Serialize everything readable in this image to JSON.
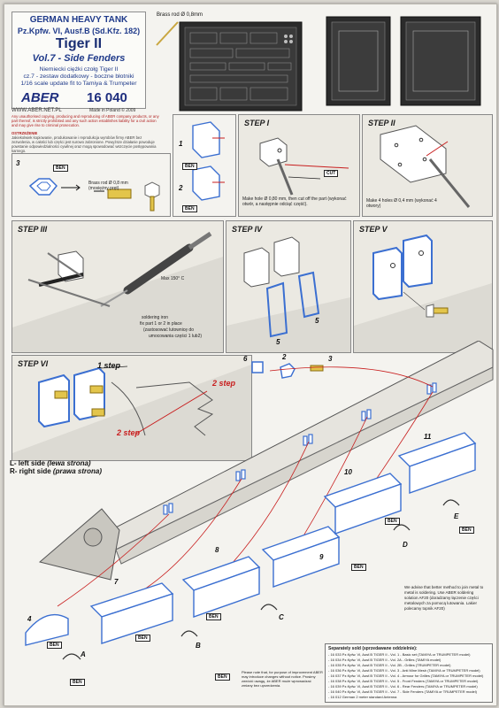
{
  "header": {
    "line1": "GERMAN HEAVY TANK",
    "line2": "Pz.Kpfw. VI, Ausf.B (Sd.Kfz. 182)",
    "title": "Tiger II",
    "volume": "Vol.7 - Side Fenders",
    "polish1": "Niemiecki ciężki czołg Tiger II",
    "polish2": "cz.7 - zestaw dodatkowy - boczne błotniki",
    "scale": "1/16 scale update fit to Tamiya & Trumpeter",
    "brand": "ABER",
    "code": "16 040",
    "web": "WWW.ABER.NET.PL",
    "made": "Made in Poland © 2009",
    "brass": "Brass rod Ø 0,8mm"
  },
  "warnings": {
    "red": "Any unauthorised copying, producing and reproducing of ABER company products, or any part thereof, is strictly prohibited and any such action establishes liability for a civil action and may give rise to criminal prosecution.",
    "pl_head": "OSTRZEŻENIE",
    "pl": "Jakiekolwiek kopiowanie, produkowanie i reprodukcja wyrobów firmy ABER bez zezwolenia, w całości lub części jest surowo zabronione. Powyższe działanie powoduje powstanie odpowiedzialności cywilnej oraz mogą spowodować wszczęcie postępowania karnego."
  },
  "steps": {
    "s1": "STEP I",
    "s1_note": "Make hole Ø 0,80 mm, then cut off the part (wykonać otwór, a następnie odciąć część).",
    "s1_cut": "CUT",
    "s2": "STEP II",
    "s2_note": "Make 4 holes Ø 0,4 mm (wykonać 4 otwory)",
    "s3": "STEP III",
    "s3_temp": "Max 150° C",
    "s3_note1": "soldering iron",
    "s3_note2": "fix part 1 or 2 in place",
    "s3_note3": "(zastosować lutownicę do",
    "s3_note4": "umocowania części 1 lub2)",
    "s4": "STEP IV",
    "s5": "STEP V",
    "s6": "STEP VI",
    "one_step": "1 step",
    "two_step_a": "2 step",
    "two_step_b": "2 step"
  },
  "part3": {
    "label": "3",
    "rod": "Brass rod Ø 0,8 mm",
    "rod_pl": "(mosiężny pręt)"
  },
  "legend": {
    "left": "L- left side",
    "left_pl": "(lewa strona)",
    "right": "R- right side",
    "right_pl": "(prawa strona)"
  },
  "ben": "BEN",
  "part_numbers": [
    "1",
    "2",
    "3",
    "4",
    "5",
    "5",
    "6",
    "2",
    "3",
    "7",
    "8",
    "9",
    "10",
    "11",
    "A",
    "B",
    "C",
    "D",
    "E"
  ],
  "advise": "We advise that better method to join metal to metal is soldering. Use ABER soldering solution AF20 (doradzamy łączenie części metalowych za pomocą lutowania. Lakier polecamy topnik AF20)",
  "please": "Please note that, for purpose of improvement ABER may introduce changes without notice. Prosimy zwrócić uwagę, że ABER może wprowadzać zmiany bez uprzedzenia.",
  "footer": {
    "head": "Separately sold (sprzedawane oddzielnie):",
    "items": [
      "- 16 033 Pz.Kpfw. VI, Ausf.B TIGER II - Vol. 1 - Basic set (TAMIYA or TRUMPETER model)",
      "- 16 034 Pz.Kpfw. VI, Ausf.B TIGER II - Vol. 2A - Grilles (TAMIYA model)",
      "- 16 035 Pz.Kpfw. VI, Ausf.B TIGER II - Vol. 2B - Grilles (TRUMPETER model)",
      "- 16 036 Pz.Kpfw. VI, Ausf.B TIGER II - Vol. 3 - Anti Mine Mesh (TAMIYA or TRUMPETER model)",
      "- 16 037 Pz.Kpfw. VI, Ausf.B TIGER II - Vol. 4 - Armour for Grilles (TAMIYA or TRUMPETER model)",
      "- 16 038 Pz.Kpfw. VI, Ausf.B TIGER II - Vol. 5 - Front Fenders (TAMIYA or TRUMPETER model)",
      "- 16 039 Pz.Kpfw. VI, Ausf.B TIGER II - Vol. 6 - Rear Fenders (TAMIYA or TRUMPETER model)",
      "- 16 040 Pz.Kpfw. VI, Ausf.B TIGER II - Vol. 7 - Side Fenders (TAMIYA or TRUMPETER model)",
      "- 16 012 German 2 meter standard Antenna"
    ]
  },
  "colors": {
    "title_blue": "#1f3a8a",
    "part_blue": "#3b6fd1",
    "guide_red": "#c81d1d",
    "panel_gray": "#ebe9e2"
  }
}
